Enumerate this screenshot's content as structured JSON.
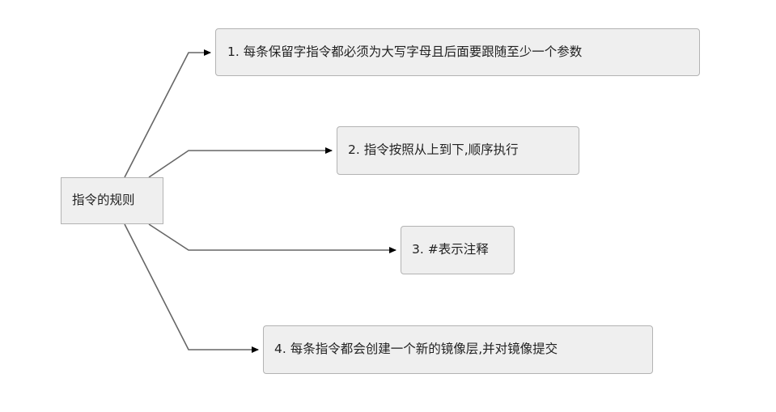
{
  "diagram": {
    "root": {
      "label": "指令的规则"
    },
    "rules": [
      {
        "label": "1. 每条保留字指令都必须为大写字母且后面要跟随至少一个参数"
      },
      {
        "label": "2. 指令按照从上到下,顺序执行"
      },
      {
        "label": "3. #表示注释"
      },
      {
        "label": "4. 每条指令都会创建一个新的镜像层,并对镜像提交"
      }
    ],
    "colors": {
      "node_fill": "#efefef",
      "node_border": "#b3b3b3",
      "connector": "#666666",
      "arrowhead": "#000000",
      "text": "#222222"
    }
  }
}
